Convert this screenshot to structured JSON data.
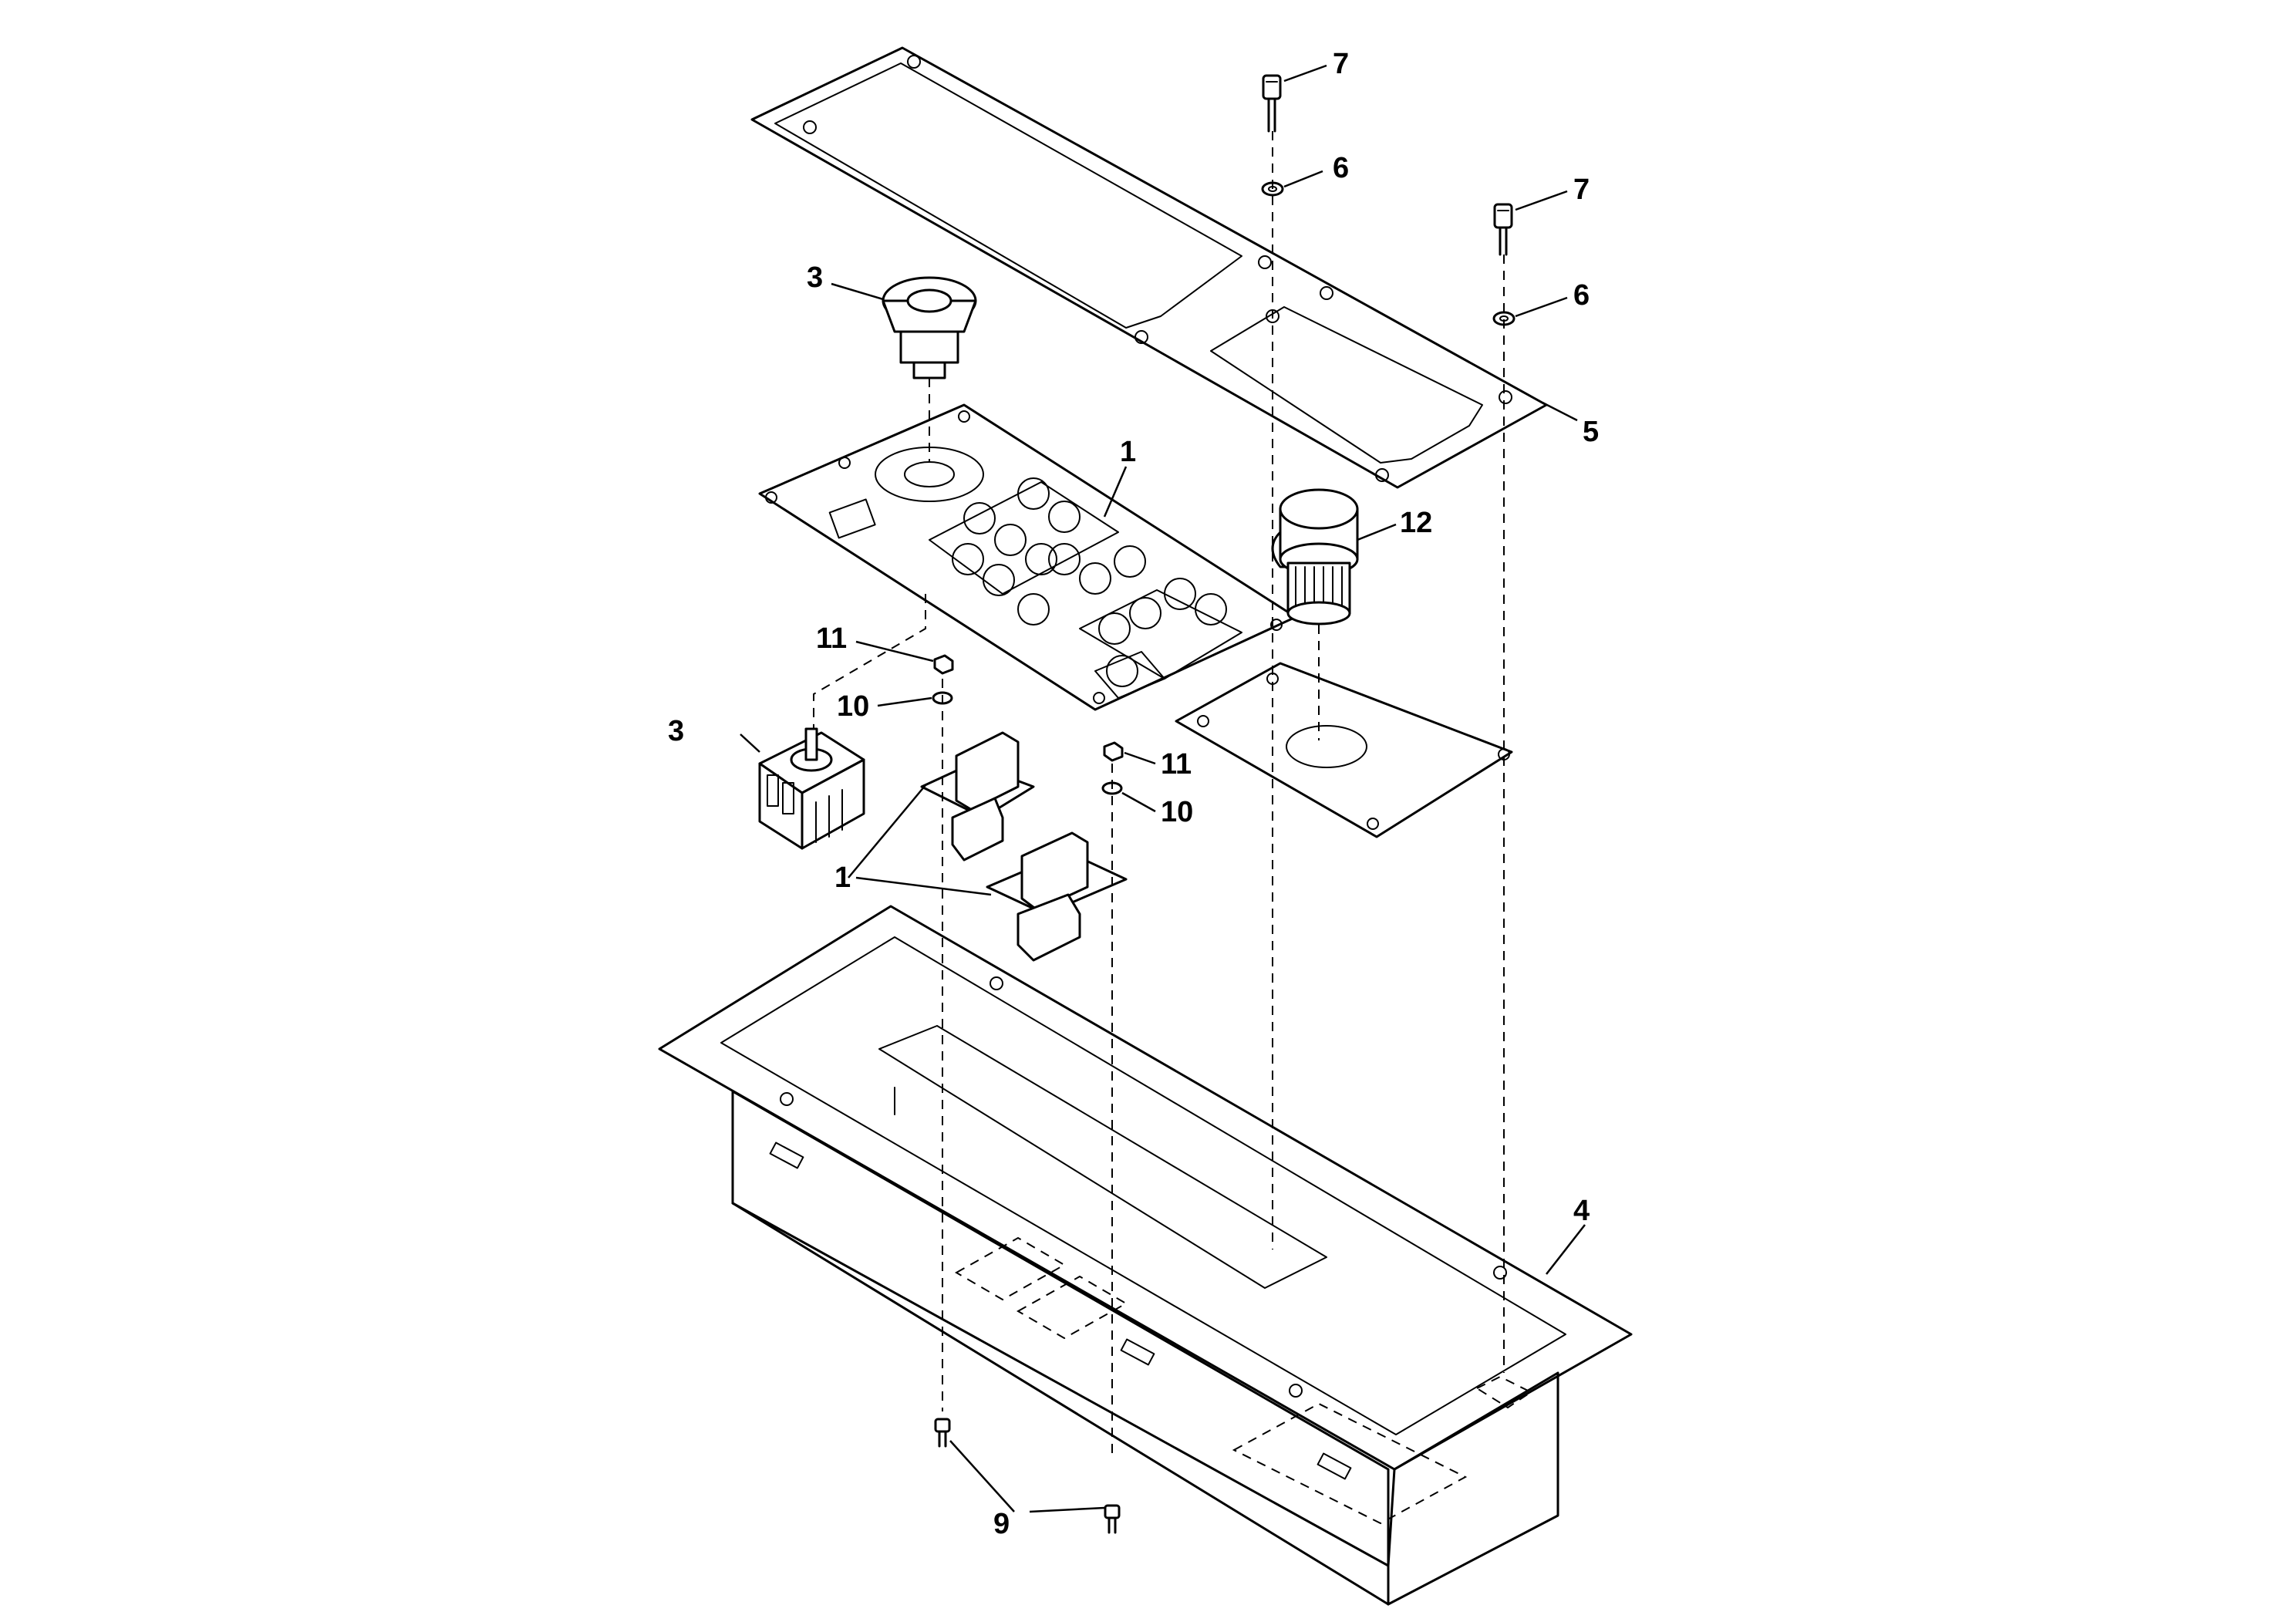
{
  "callouts": {
    "c1_panel": "1",
    "c1_conn_a": "1",
    "c3_knob": "3",
    "c3_switch": "3",
    "c4": "4",
    "c5": "5",
    "c6_a": "6",
    "c6_b": "6",
    "c7_a": "7",
    "c7_b": "7",
    "c9": "9",
    "c10_a": "10",
    "c10_b": "10",
    "c11_a": "11",
    "c11_b": "11",
    "c12": "12"
  }
}
